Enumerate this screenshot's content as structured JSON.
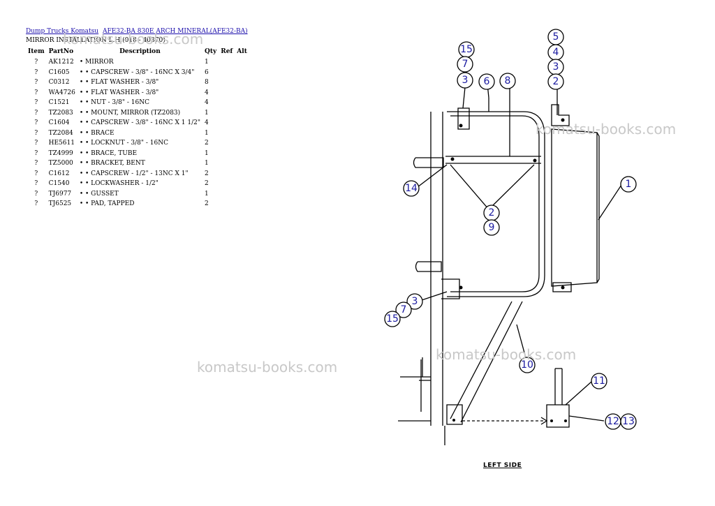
{
  "breadcrumb": {
    "links": [
      "Dump Trucks Komatsu",
      "AFE32-BA 830E ARCH MINERAL(AFE32-BA)"
    ]
  },
  "subtitle": "MIRROR INSTALLATION L.H.(018 - 40370)",
  "watermark": "komatsu-books.com",
  "table": {
    "headers": {
      "item": "Item",
      "partno": "PartNo",
      "description": "Description",
      "qty": "Qty",
      "ref": "Ref",
      "alt": "Alt"
    },
    "rows": [
      {
        "item": "?",
        "partno": "AK1212",
        "description": "• MIRROR",
        "qty": "1"
      },
      {
        "item": "?",
        "partno": "C1605",
        "description": "• • CAPSCREW - 3/8\" - 16NC X 3/4\"",
        "qty": "6"
      },
      {
        "item": "?",
        "partno": "C0312",
        "description": "• • FLAT WASHER - 3/8\"",
        "qty": "8"
      },
      {
        "item": "?",
        "partno": "WA4726",
        "description": "• • FLAT WASHER - 3/8\"",
        "qty": "4"
      },
      {
        "item": "?",
        "partno": "C1521",
        "description": "• • NUT - 3/8\" - 16NC",
        "qty": "4"
      },
      {
        "item": "?",
        "partno": "TZ2083",
        "description": "• • MOUNT, MIRROR (TZ2083)",
        "qty": "1"
      },
      {
        "item": "?",
        "partno": "C1604",
        "description": "• • CAPSCREW - 3/8\" - 16NC X 1 1/2\"",
        "qty": "4"
      },
      {
        "item": "?",
        "partno": "TZ2084",
        "description": "• • BRACE",
        "qty": "1"
      },
      {
        "item": "?",
        "partno": "HE5611",
        "description": "• • LOCKNUT - 3/8\" - 16NC",
        "qty": "2"
      },
      {
        "item": "?",
        "partno": "TZ4999",
        "description": "• • BRACE, TUBE",
        "qty": "1"
      },
      {
        "item": "?",
        "partno": "TZ5000",
        "description": "• • BRACKET, BENT",
        "qty": "1"
      },
      {
        "item": "?",
        "partno": "C1612",
        "description": "• • CAPSCREW - 1/2\" - 13NC X 1\"",
        "qty": "2"
      },
      {
        "item": "?",
        "partno": "C1540",
        "description": "• • LOCKWASHER - 1/2\"",
        "qty": "2"
      },
      {
        "item": "?",
        "partno": "TJ6977",
        "description": "• • GUSSET",
        "qty": "1"
      },
      {
        "item": "?",
        "partno": "TJ6525",
        "description": "• • PAD, TAPPED",
        "qty": "2"
      }
    ]
  },
  "diagram": {
    "caption": "LEFT SIDE",
    "callouts": [
      "15",
      "7",
      "3",
      "6",
      "8",
      "5",
      "4",
      "3",
      "2",
      "1",
      "14",
      "2",
      "9",
      "3",
      "7",
      "15",
      "10",
      "11",
      "12",
      "13"
    ]
  }
}
